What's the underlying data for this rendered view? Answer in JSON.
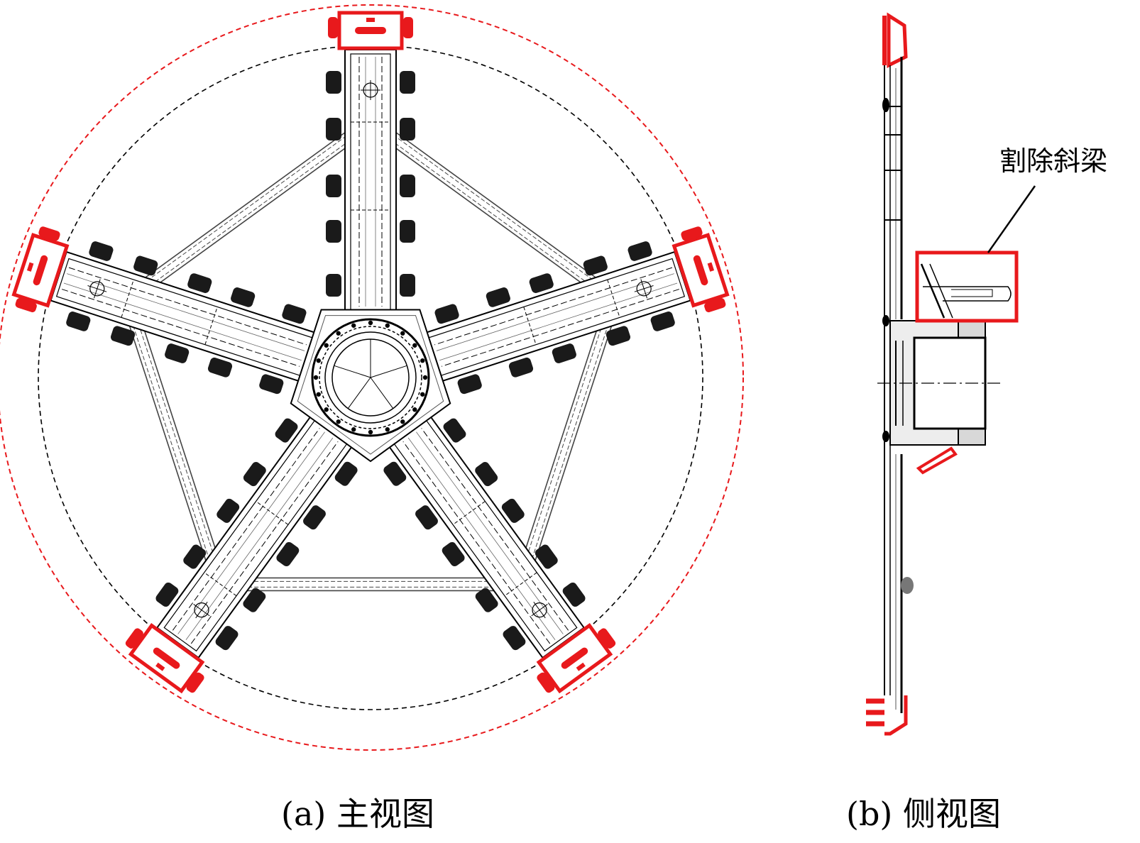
{
  "front_view": {
    "caption": "(a) 主视图",
    "arm_count": 5
  },
  "side_view": {
    "caption": "(b) 侧视图",
    "callout_label": "割除斜梁"
  },
  "colors": {
    "highlight": "#e8191c",
    "line": "#000000",
    "cutter": "#1a1a1a",
    "beam": "#444444"
  }
}
